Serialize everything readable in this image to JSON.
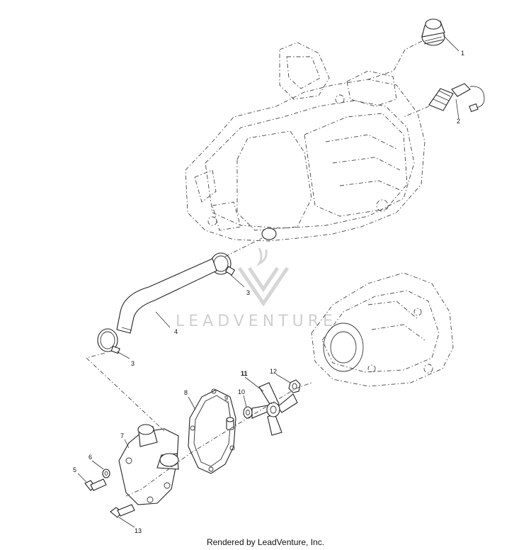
{
  "diagram": {
    "watermark_text": "LEADVENTURE",
    "footer": "Rendered by LeadVenture, Inc.",
    "callouts": {
      "c1": "1",
      "c2": "2",
      "c3a": "3",
      "c3b": "3",
      "c4": "4",
      "c5": "5",
      "c6": "6",
      "c7": "7",
      "c8": "8",
      "c9": "9",
      "c10": "10",
      "c11": "11",
      "c12": "12",
      "c13": "13"
    }
  }
}
